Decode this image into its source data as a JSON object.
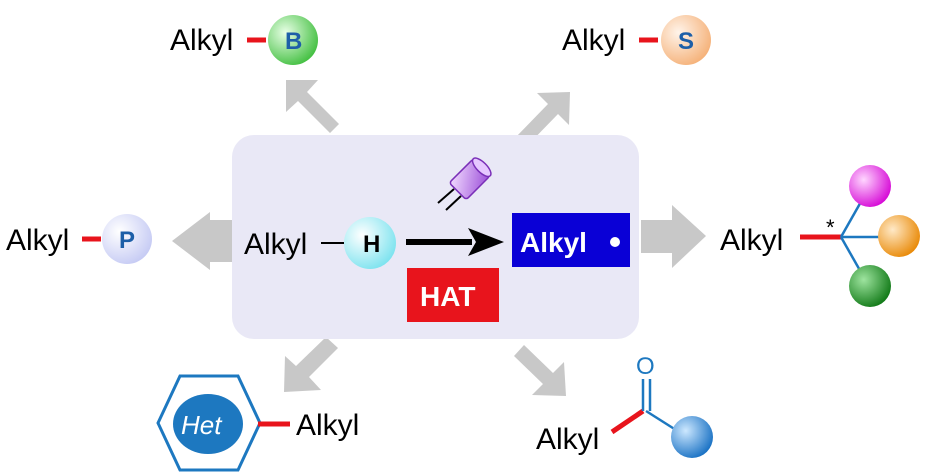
{
  "center": {
    "reactant_group": "Alkyl",
    "reactant_atom": "H",
    "product_label": "Alkyl",
    "process_label": "HAT",
    "light_source_icon": "purple-led-icon",
    "radical_dot_icon": "radical-dot-icon"
  },
  "products": {
    "boron": {
      "group": "Alkyl",
      "atom": "B"
    },
    "sulfur": {
      "group": "Alkyl",
      "atom": "S"
    },
    "phosphorus": {
      "group": "Alkyl",
      "atom": "P"
    },
    "stereocenter": {
      "group": "Alkyl",
      "mark": "*"
    },
    "heteroarene": {
      "ring_label": "Het",
      "group": "Alkyl"
    },
    "ketone": {
      "group": "Alkyl",
      "atom": "O"
    }
  },
  "colors": {
    "bond": "#e8141c",
    "panel": "#e9e8f6",
    "arrow_gray": "#c8c8c8",
    "radical_box": "#0a00d6",
    "hat_box": "#e8141c",
    "hydrogen_sphere": "#a8eef6",
    "boron_sphere": "#7fe07a",
    "sulfur_sphere": "#f8c69a",
    "phosphorus_sphere": "#d8dcfa",
    "magenta_sphere": "#f020f0",
    "orange_sphere": "#f39a1e",
    "green_sphere": "#1f9a25",
    "blue_sphere": "#2a8ad6",
    "hex_blue": "#1d78c0"
  }
}
